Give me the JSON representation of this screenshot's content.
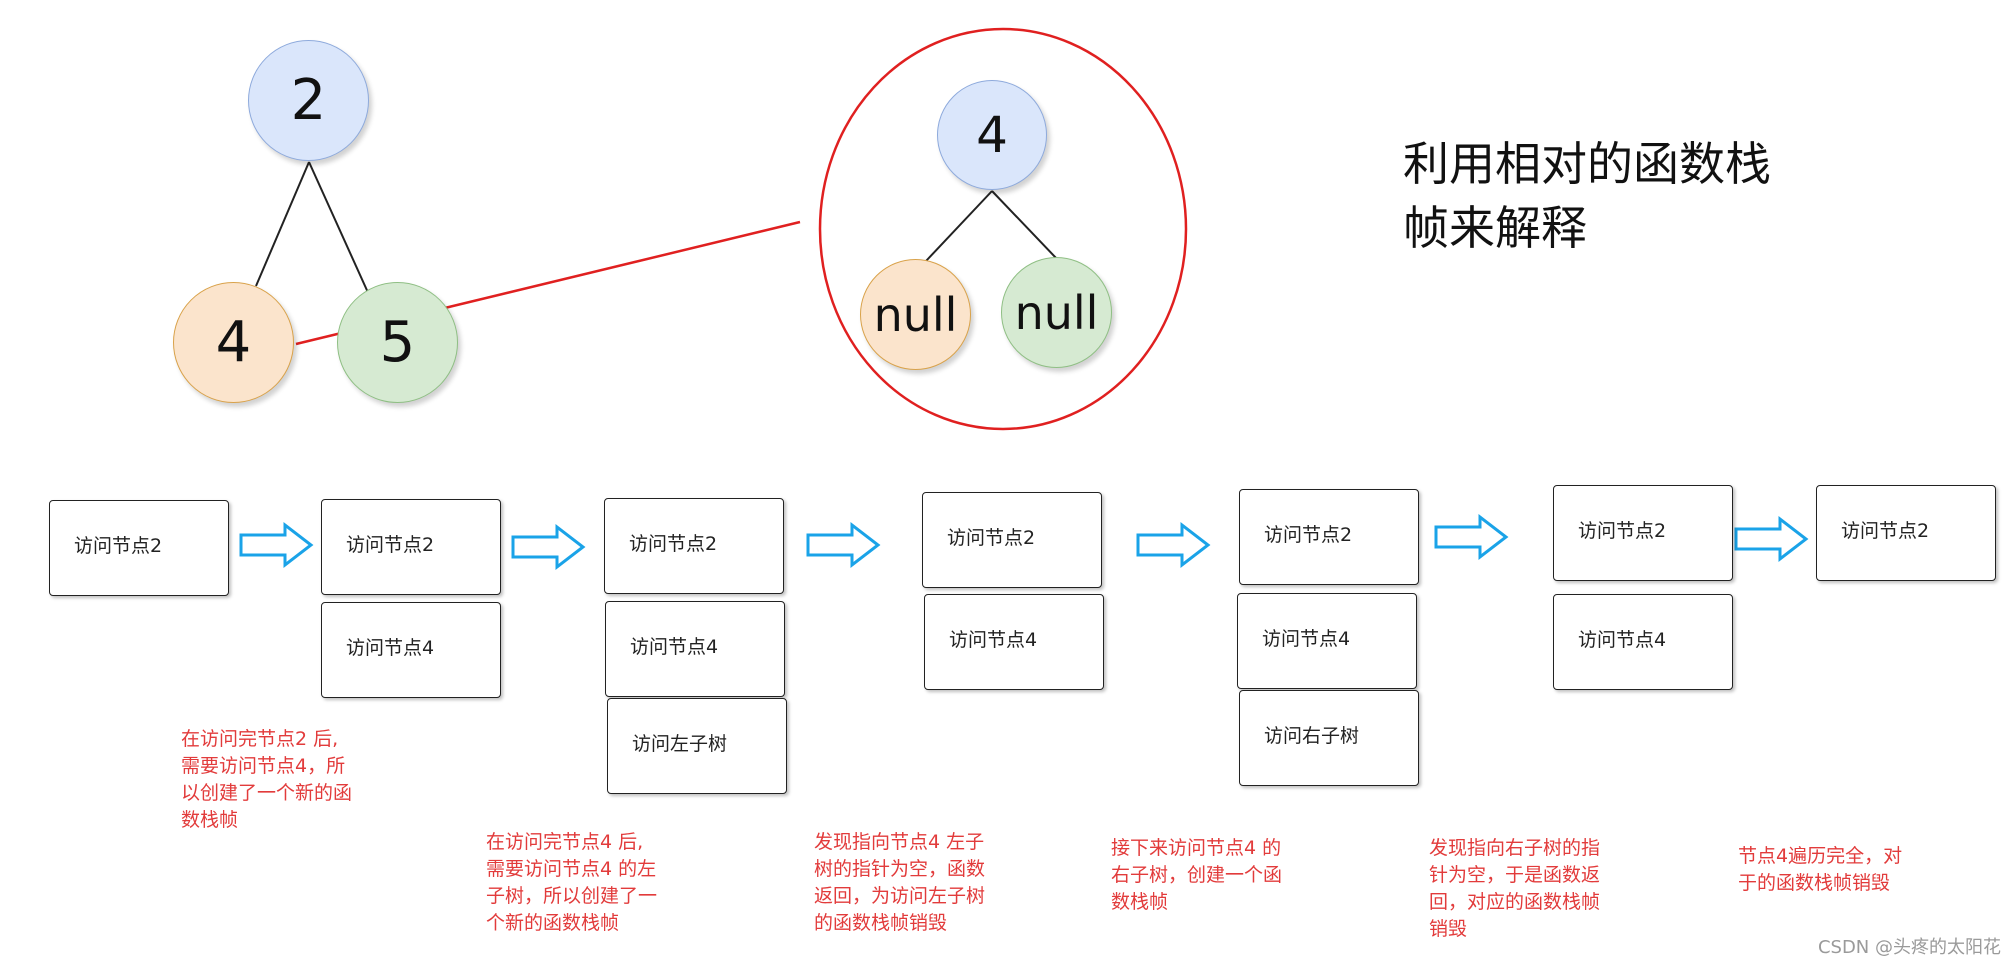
{
  "tree": {
    "root": "2",
    "left": "4",
    "right": "5"
  },
  "zoom": {
    "root": "4",
    "left": "null",
    "right": "null"
  },
  "heading": {
    "line1": "利用相对的函数栈",
    "line2": "帧来解释"
  },
  "stacks": [
    {
      "frames": [
        "访问节点2"
      ]
    },
    {
      "frames": [
        "访问节点2",
        "访问节点4"
      ]
    },
    {
      "frames": [
        "访问节点2",
        "访问节点4",
        "访问左子树"
      ]
    },
    {
      "frames": [
        "访问节点2",
        "访问节点4"
      ]
    },
    {
      "frames": [
        "访问节点2",
        "访问节点4",
        "访问右子树"
      ]
    },
    {
      "frames": [
        "访问节点2",
        "访问节点4"
      ]
    },
    {
      "frames": [
        "访问节点2"
      ]
    }
  ],
  "notes": [
    [
      "在访问完节点2 后,",
      "需要访问节点4，所",
      "以创建了一个新的函",
      "数栈帧"
    ],
    [
      "在访问完节点4 后,",
      "需要访问节点4 的左",
      "子树，所以创建了一",
      "个新的函数栈帧"
    ],
    [
      "发现指向节点4 左子",
      "树的指针为空，函数",
      "返回，为访问左子树",
      "的函数栈帧销毁"
    ],
    [
      "接下来访问节点4 的",
      "右子树，创建一个函",
      "数栈帧"
    ],
    [
      "发现指向右子树的指",
      "针为空，于是函数返",
      "回，对应的函数栈帧",
      "销毁"
    ],
    [
      "节点4遍历完全，对",
      "于的函数栈帧销毁"
    ]
  ],
  "watermark": "CSDN @头疼的太阳花",
  "colors": {
    "arrow": "#1aa3e8",
    "note": "#e23b3b",
    "zoom_circle": "#e02020"
  }
}
